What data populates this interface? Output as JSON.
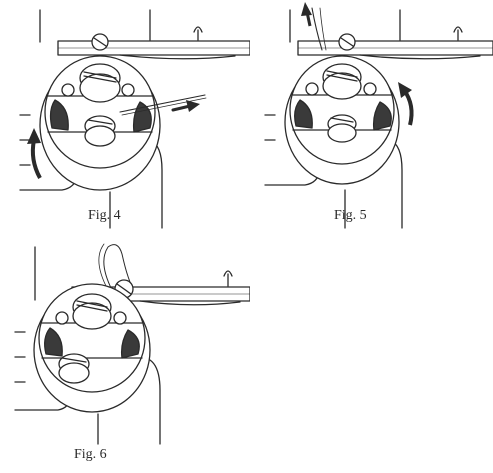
{
  "figures": [
    {
      "caption": "Fig. 4"
    },
    {
      "caption": "Fig. 5"
    },
    {
      "caption": "Fig. 6"
    }
  ],
  "colors": {
    "ink": "#2a2a2a",
    "paper": "#ffffff",
    "shade": "#3a3a3a"
  }
}
